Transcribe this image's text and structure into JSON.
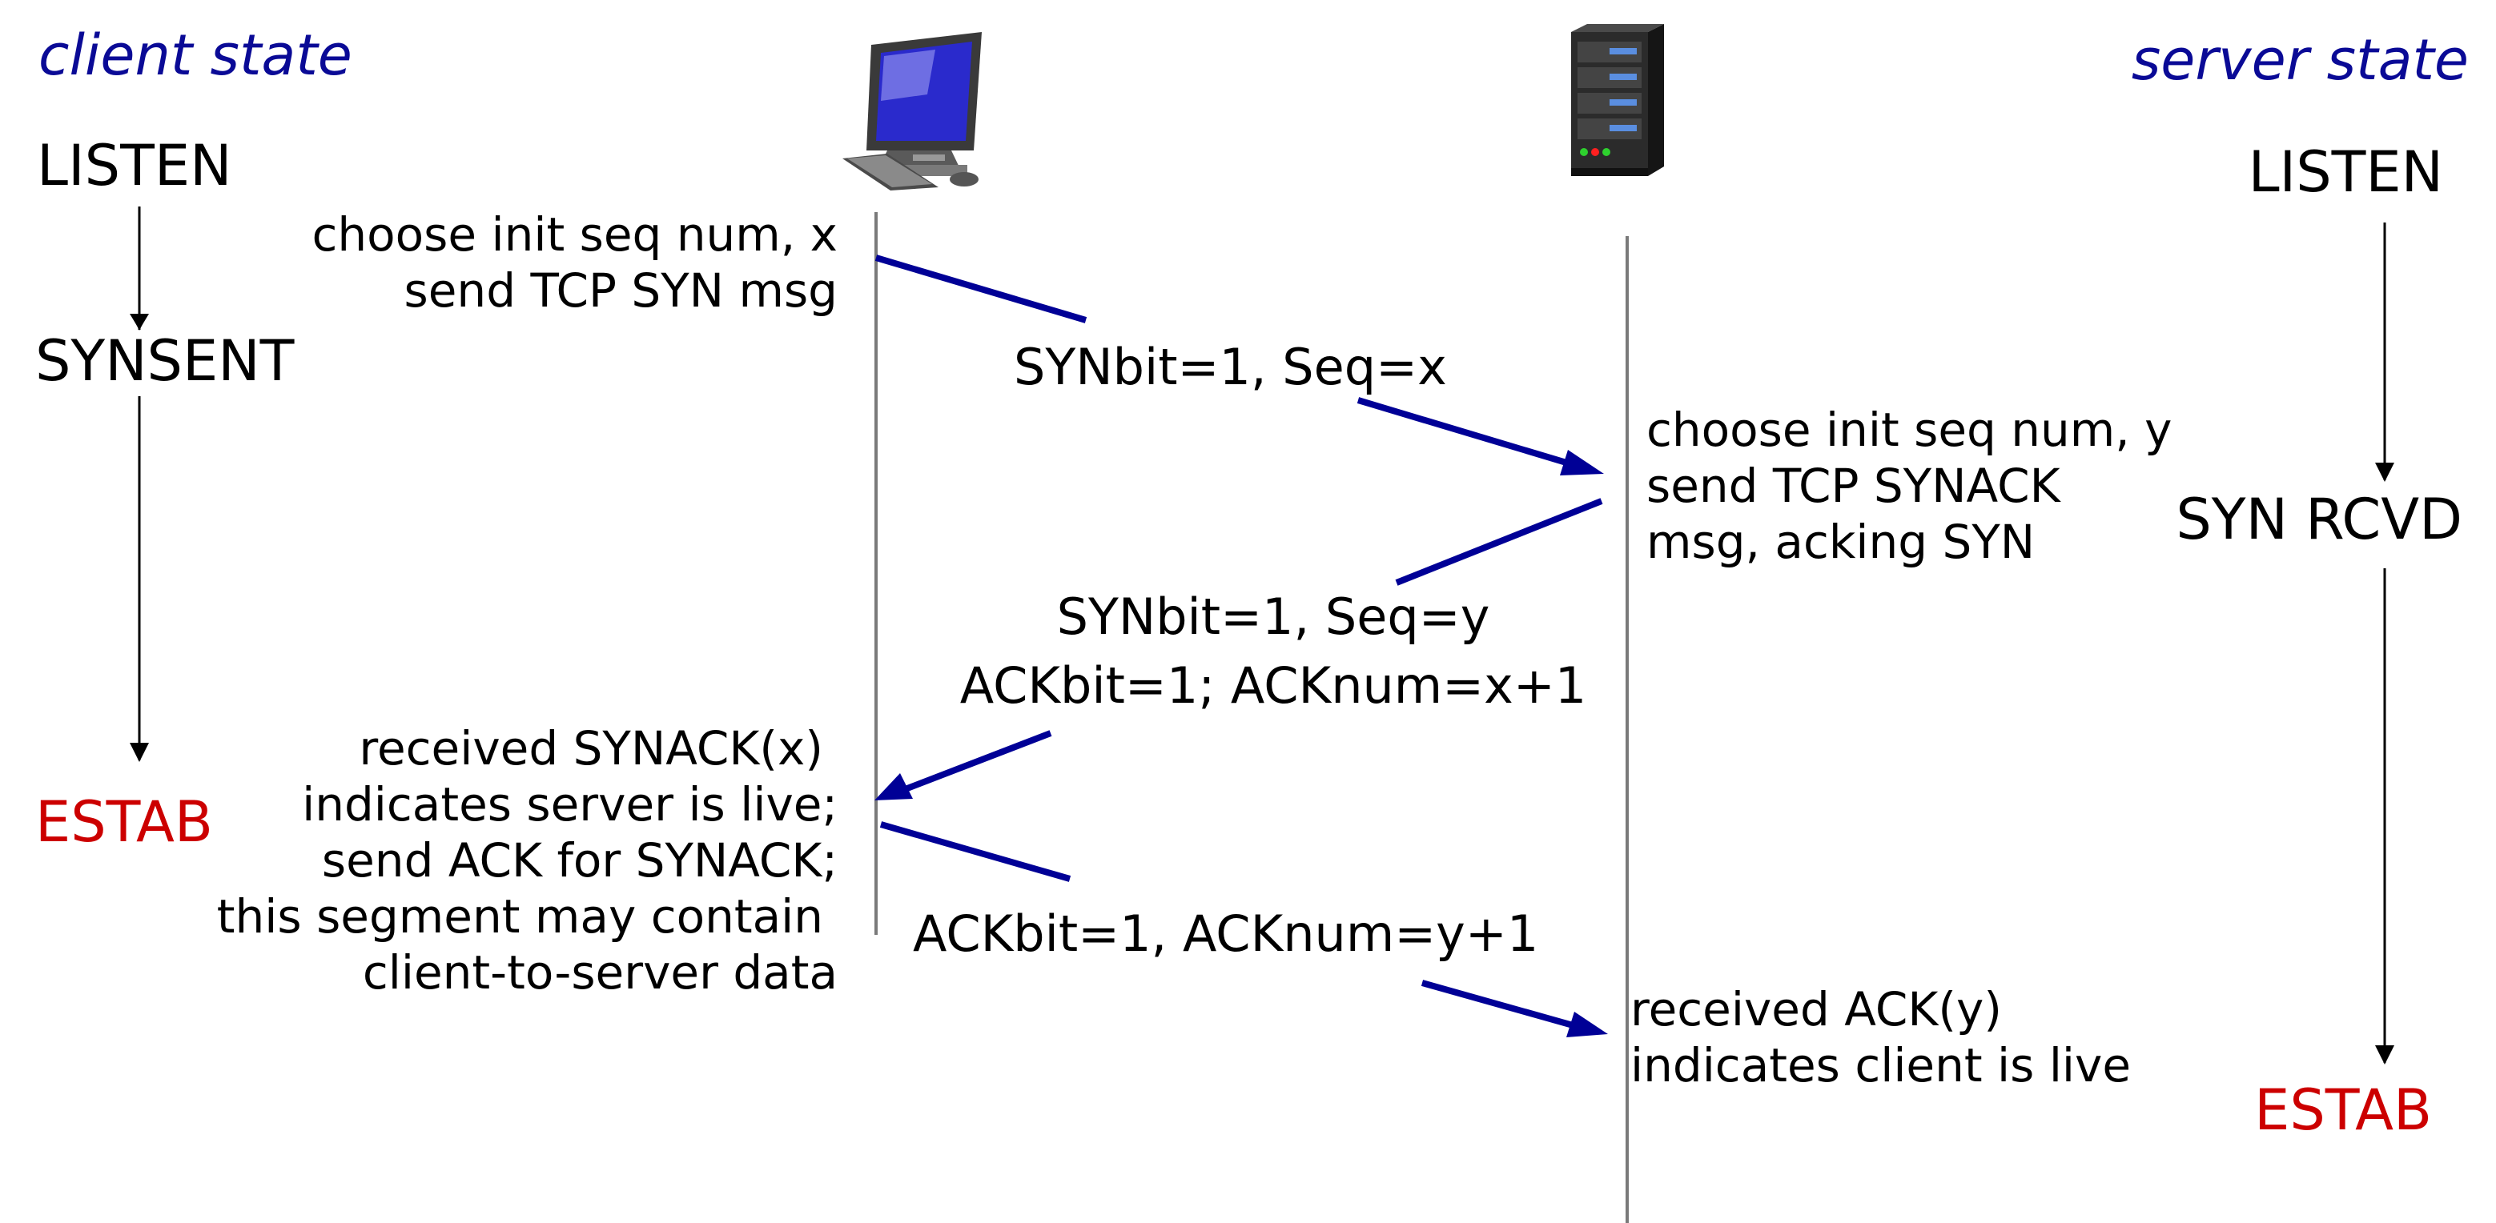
{
  "colors": {
    "header": "#0a0a96",
    "established": "#cc0000",
    "arrow": "#000096",
    "timeline": "#7a7a7a"
  },
  "icons": {
    "client": "desktop-computer-icon",
    "server": "server-tower-icon"
  },
  "client": {
    "header": "client state",
    "states": {
      "listen": "LISTEN",
      "synsent": "SYNSENT",
      "estab": "ESTAB"
    },
    "notes": {
      "choose": [
        "choose init seq num, x",
        "send TCP SYN msg"
      ],
      "received": [
        "received SYNACK(x)",
        "indicates server is live;",
        "send ACK for SYNACK;",
        "this segment may contain",
        "client-to-server data"
      ]
    }
  },
  "server": {
    "header": "server state",
    "states": {
      "listen": "LISTEN",
      "synrcvd": "SYN RCVD",
      "estab": "ESTAB"
    },
    "notes": {
      "choose": [
        "choose init seq num, y",
        "send TCP SYNACK",
        "msg, acking SYN"
      ],
      "received": [
        "received ACK(y)",
        "indicates client is live"
      ]
    }
  },
  "segments": {
    "syn": [
      "SYNbit=1, Seq=x"
    ],
    "synack": [
      "SYNbit=1, Seq=y",
      "ACKbit=1; ACKnum=x+1"
    ],
    "ack": [
      "ACKbit=1, ACKnum=y+1"
    ]
  }
}
